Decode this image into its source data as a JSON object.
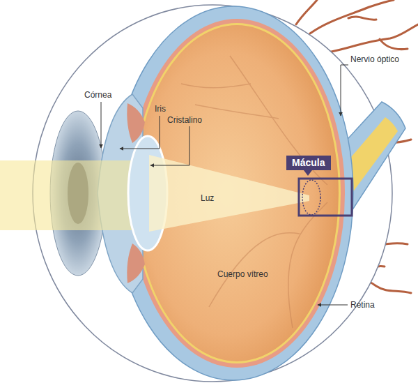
{
  "diagram": {
    "nodes": [
      {
        "text": [
          "Mácula"
        ]
      }
    ],
    "labels": [
      "Nervio óptico",
      "Córnea",
      "Iris",
      "Cristalino",
      "Luz",
      "Cuerpo vítreo",
      "Retina"
    ]
  }
}
